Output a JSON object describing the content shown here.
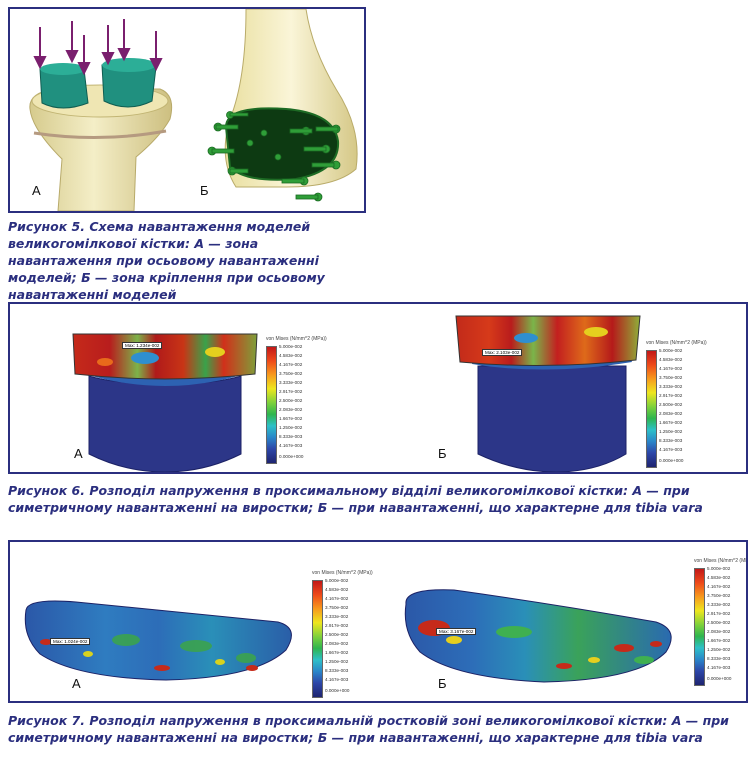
{
  "figure5": {
    "label_a": "А",
    "label_b": "Б",
    "caption": "Рисунок 5. Схема навантаження моделей великогомілкової кістки: А — зона навантаження при осьовому навантаженні моделей; Б — зона кріплення при осьовому навантаженні моделей"
  },
  "figure6": {
    "label_a": "А",
    "label_b": "Б",
    "probe_a": "Max: 1.234e-002",
    "probe_b": "Max: 2.103e-002",
    "legend_title": "von Mises (N/mm^2 (MPa))",
    "legend_ticks": [
      "5.000e-002",
      "4.583e-002",
      "4.167e-002",
      "3.750e-002",
      "3.333e-002",
      "2.917e-002",
      "2.500e-002",
      "2.083e-002",
      "1.667e-002",
      "1.250e-002",
      "8.333e-003",
      "4.167e-003",
      "0.000e+000"
    ],
    "caption": "Рисунок 6. Розподіл напруження в проксимальному відділі великогомілкової кістки: А — при симетричному навантаженні на виростки; Б — при навантаженні, що характерне для tibia vara"
  },
  "figure7": {
    "label_a": "А",
    "label_b": "Б",
    "probe_a": "Max: 1.024e-002",
    "probe_b": "Max: 3.167e-002",
    "legend_title": "von Mises (N/mm^2 (MPa))",
    "legend_ticks": [
      "5.000e-002",
      "4.583e-002",
      "4.167e-002",
      "3.750e-002",
      "3.333e-002",
      "2.917e-002",
      "2.500e-002",
      "2.083e-002",
      "1.667e-002",
      "1.250e-002",
      "8.333e-003",
      "4.167e-003",
      "0.000e+000"
    ],
    "caption": "Рисунок 7. Розподіл напруження в проксимальній ростковій зоні великогомілкової кістки: А — при симетричному навантаженні на виростки; Б — при навантаженні, що характерне для tibia vara"
  },
  "colors": {
    "frame": "#2b2f7f",
    "caption": "#2b2f7f",
    "bone": "#efe7b6",
    "bone_dark": "#c9bd7e",
    "arrow": "#7a1f6e",
    "pad": "#1f8f7e",
    "clamp": "#2f9e38",
    "shaft": "#303a85"
  }
}
